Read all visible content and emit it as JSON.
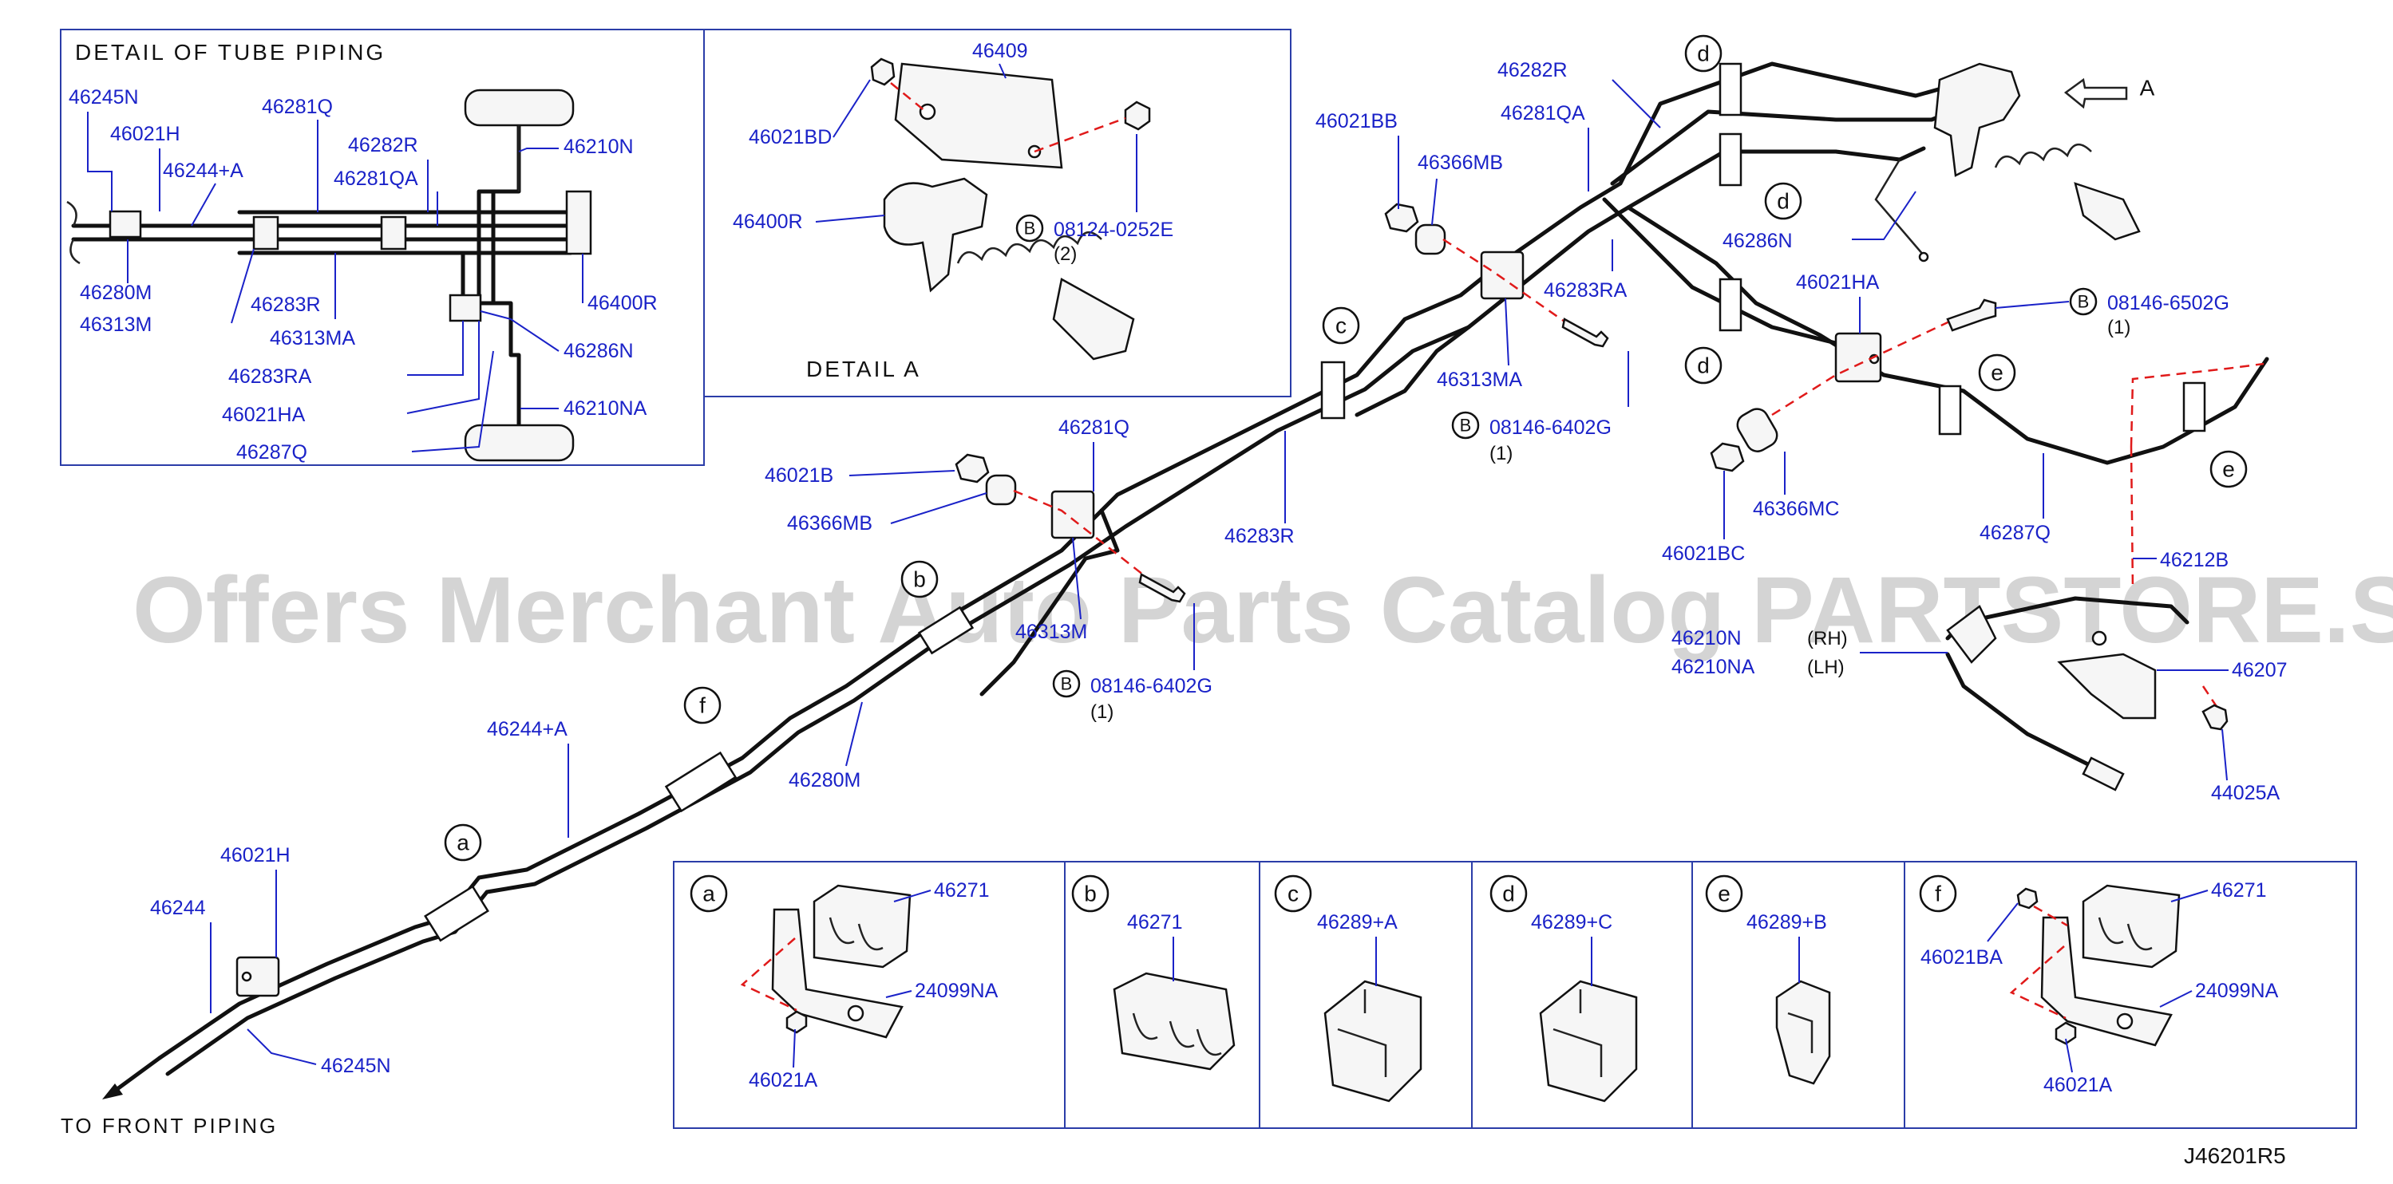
{
  "diagram": {
    "detail_tube_title": "DETAIL OF TUBE PIPING",
    "detail_a_title": "DETAIL A",
    "to_front_label": "TO FRONT PIPING",
    "view_arrow_label": "A",
    "diagram_code": "J46201R5",
    "watermark": "Offers Merchant Auto Parts Catalog PARTSTORE.SA",
    "rh_label": "(RH)",
    "lh_label": "(LH)",
    "bolt_marker": "B",
    "clip_letters": {
      "a": "a",
      "b": "b",
      "c": "c",
      "d": "d",
      "e": "e",
      "f": "f"
    },
    "colors": {
      "part_number": "#1a22c8",
      "leader_dashed": "#e01a1a",
      "box_border": "#2b3da8",
      "line": "#111111"
    }
  },
  "detail_tube_parts": {
    "p46245N": "46245N",
    "p46021H": "46021H",
    "p46244A": "46244+A",
    "p46281Q": "46281Q",
    "p46282R": "46282R",
    "p46281QA": "46281QA",
    "p46210N": "46210N",
    "p46280M": "46280M",
    "p46313M": "46313M",
    "p46283R": "46283R",
    "p46313MA": "46313MA",
    "p46400R": "46400R",
    "p46283RA": "46283RA",
    "p46286N": "46286N",
    "p46021HA": "46021HA",
    "p46210NA": "46210NA",
    "p46287Q": "46287Q"
  },
  "detail_a_parts": {
    "p46409": "46409",
    "p46021BD": "46021BD",
    "p46400R": "46400R",
    "p08124": "08124-0252E",
    "qty2": "(2)"
  },
  "main_parts": {
    "p46282R": "46282R",
    "p46281QA": "46281QA",
    "p46021BB": "46021BB",
    "p46366MB_top": "46366MB",
    "p46286N": "46286N",
    "p46283RA": "46283RA",
    "p46021HA": "46021HA",
    "p08146_right": "08146-6502G",
    "qty_right": "(1)",
    "p46313MA": "46313MA",
    "p08146_mid": "08146-6402G",
    "qty_mid": "(1)",
    "p46281Q": "46281Q",
    "p46021B": "46021B",
    "p46366MB_left": "46366MB",
    "p46283R": "46283R",
    "p46366MC": "46366MC",
    "p46021BC": "46021BC",
    "p46287Q": "46287Q",
    "p46212B": "46212B",
    "p46313M": "46313M",
    "p08146_low": "08146-6402G",
    "qty_low": "(1)",
    "p46210N": "46210N",
    "p46210NA": "46210NA",
    "p46207": "46207",
    "p44025A": "44025A",
    "p46244A": "46244+A",
    "p46280M": "46280M",
    "p46021H": "46021H",
    "p46244": "46244",
    "p46245N": "46245N"
  },
  "clip_panels": [
    {
      "letter": "a",
      "parts": [
        "46271",
        "24099NA",
        "46021A"
      ]
    },
    {
      "letter": "b",
      "parts": [
        "46271"
      ]
    },
    {
      "letter": "c",
      "parts": [
        "46289+A"
      ]
    },
    {
      "letter": "d",
      "parts": [
        "46289+C"
      ]
    },
    {
      "letter": "e",
      "parts": [
        "46289+B"
      ]
    },
    {
      "letter": "f",
      "parts": [
        "46021BA",
        "46271",
        "24099NA",
        "46021A"
      ]
    }
  ]
}
